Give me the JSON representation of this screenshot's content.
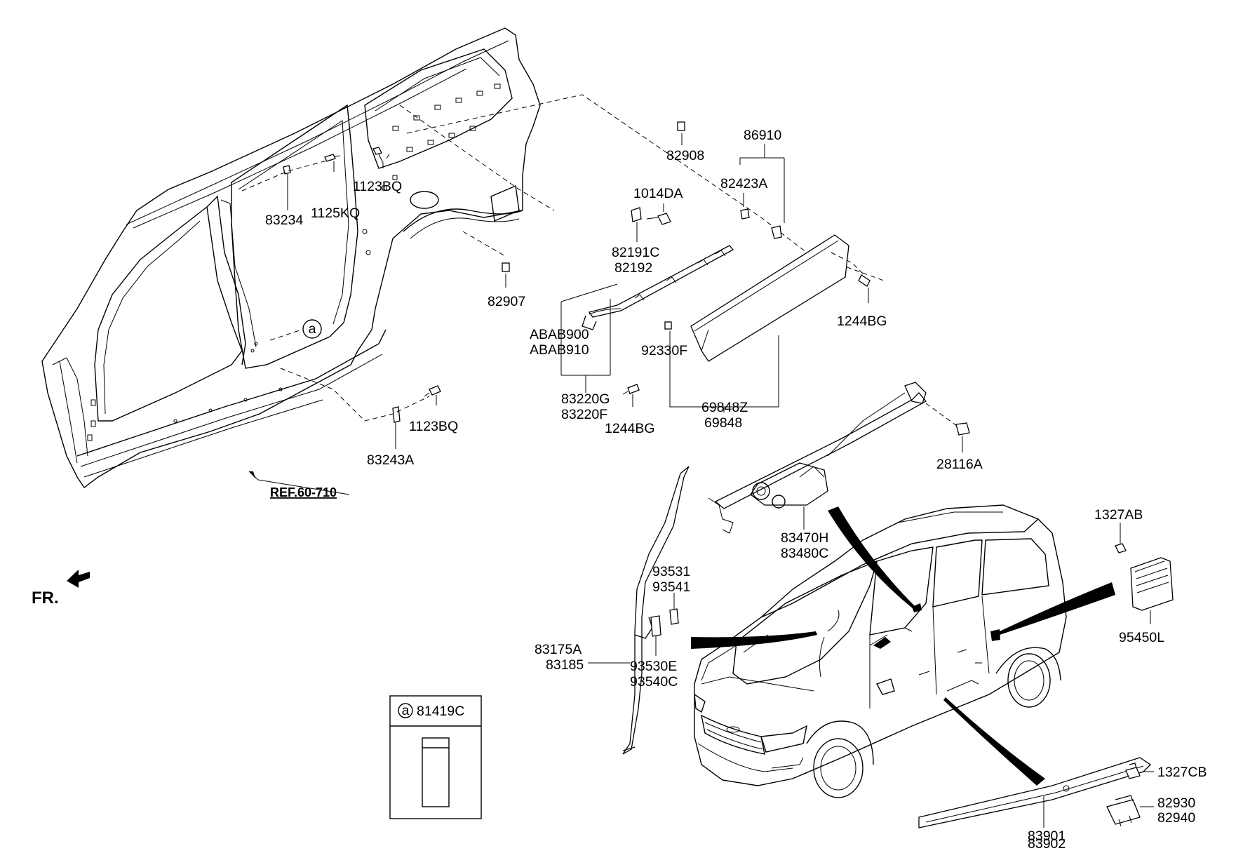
{
  "labels": {
    "p83234": "83234",
    "p1125KQ": "1125KQ",
    "p1123BQ_top": "1123BQ",
    "p1123BQ_bottom": "1123BQ",
    "p83243A": "83243A",
    "callout_a": "a",
    "ref": "REF.60-710",
    "fr": "FR.",
    "p82907": "82907",
    "p82908": "82908",
    "p1014DA": "1014DA",
    "p82191C": "82191C",
    "p82192": "82192",
    "p86910": "86910",
    "p82423A": "82423A",
    "p1244BG_right": "1244BG",
    "p1244BG_left": "1244BG",
    "pABAB900": "ABAB900",
    "pABAB910": "ABAB910",
    "p83220G": "83220G",
    "p83220F": "83220F",
    "p92330F": "92330F",
    "p69848Z": "69848Z",
    "p69848": "69848",
    "p28116A": "28116A",
    "p83470H": "83470H",
    "p83480C": "83480C",
    "p1327AB": "1327AB",
    "p95450L": "95450L",
    "p93531": "93531",
    "p93541": "93541",
    "p83175A": "83175A",
    "p83185": "83185",
    "p93530E": "93530E",
    "p93540C": "93540C",
    "p1327CB": "1327CB",
    "p82930": "82930",
    "p82940": "82940",
    "p83901": "83901",
    "p83902": "83902"
  },
  "legend_box": {
    "circle_label": "a",
    "part_number": "81419C"
  }
}
